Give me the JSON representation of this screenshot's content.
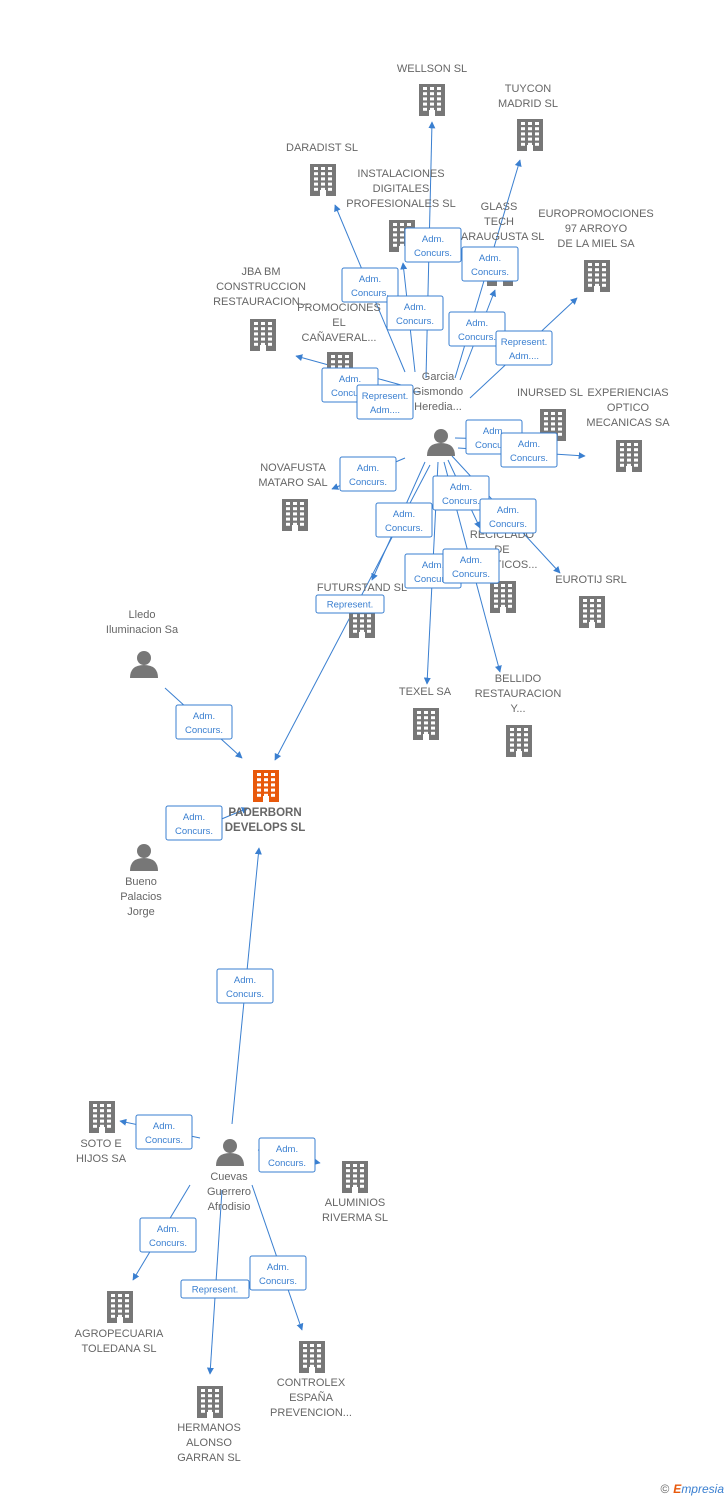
{
  "colors": {
    "edge": "#3a7fd0",
    "node": "#777777",
    "center": "#e8590c"
  },
  "nodes": [
    {
      "id": "wellson",
      "type": "company",
      "lines": [
        "WELLSON SL"
      ]
    },
    {
      "id": "tuycon",
      "type": "company",
      "lines": [
        "TUYCON",
        "MADRID SL"
      ]
    },
    {
      "id": "daradist",
      "type": "company",
      "lines": [
        "DARADIST SL"
      ]
    },
    {
      "id": "instalaciones",
      "type": "company",
      "lines": [
        "INSTALACIONES",
        "DIGITALES",
        "PROFESIONALES SL"
      ]
    },
    {
      "id": "glass",
      "type": "company",
      "lines": [
        "GLASS",
        "TECH",
        "SARAUGUSTA SL"
      ]
    },
    {
      "id": "europromo",
      "type": "company",
      "lines": [
        "EUROPROMOCIONES",
        "97 ARROYO",
        "DE LA MIEL SA"
      ]
    },
    {
      "id": "jbabm",
      "type": "company",
      "lines": [
        "JBA BM",
        "CONSTRUCCION",
        "RESTAURACION..."
      ]
    },
    {
      "id": "canaveral",
      "type": "company",
      "lines": [
        "PROMOCIONES",
        "EL",
        "CAÑAVERAL..."
      ]
    },
    {
      "id": "garcia",
      "type": "person",
      "lines": [
        "Garcia",
        "Gismondo",
        "Heredia..."
      ]
    },
    {
      "id": "inursed",
      "type": "company",
      "lines": [
        "INURSED SL"
      ]
    },
    {
      "id": "experiencias",
      "type": "company",
      "lines": [
        "EXPERIENCIAS",
        "OPTICO",
        "MECANICAS SA"
      ]
    },
    {
      "id": "novafusta",
      "type": "company",
      "lines": [
        "NOVAFUSTA",
        "MATARO SAL"
      ]
    },
    {
      "id": "reciclado",
      "type": "company",
      "lines": [
        "RECICLADO",
        "DE",
        "PLASTICOS..."
      ]
    },
    {
      "id": "eurotij",
      "type": "company",
      "lines": [
        "EUROTIJ SRL"
      ]
    },
    {
      "id": "futurstand",
      "type": "company",
      "lines": [
        "FUTURSTAND SL"
      ]
    },
    {
      "id": "texel",
      "type": "company",
      "lines": [
        "TEXEL SA"
      ]
    },
    {
      "id": "bellido",
      "type": "company",
      "lines": [
        "BELLIDO",
        "RESTAURACION",
        "Y..."
      ]
    },
    {
      "id": "lledo",
      "type": "person",
      "lines": [
        "Lledo",
        "Iluminacion Sa"
      ]
    },
    {
      "id": "paderborn",
      "type": "center",
      "lines": [
        "PADERBORN",
        "DEVELOPS SL"
      ]
    },
    {
      "id": "bueno",
      "type": "person",
      "lines": [
        "Bueno",
        "Palacios",
        "Jorge"
      ]
    },
    {
      "id": "soto",
      "type": "company",
      "lines": [
        "SOTO E",
        "HIJOS SA"
      ]
    },
    {
      "id": "cuevas",
      "type": "person",
      "lines": [
        "Cuevas",
        "Guerrero",
        "Afrodisio"
      ]
    },
    {
      "id": "aluminios",
      "type": "company",
      "lines": [
        "ALUMINIOS",
        "RIVERMA SL"
      ]
    },
    {
      "id": "agropecuaria",
      "type": "company",
      "lines": [
        "AGROPECUARIA",
        "TOLEDANA SL"
      ]
    },
    {
      "id": "controlex",
      "type": "company",
      "lines": [
        "CONTROLEX",
        "ESPAÑA",
        "PREVENCION..."
      ]
    },
    {
      "id": "hermanos",
      "type": "company",
      "lines": [
        "HERMANOS",
        "ALONSO",
        "GARRAN SL"
      ]
    }
  ],
  "edges": [
    {
      "from": "garcia",
      "to": "wellson",
      "label": [
        "Adm.",
        "Concurs."
      ]
    },
    {
      "from": "garcia",
      "to": "tuycon",
      "label": [
        "Adm.",
        "Concurs."
      ]
    },
    {
      "from": "garcia",
      "to": "daradist",
      "label": [
        "Adm.",
        "Concurs."
      ]
    },
    {
      "from": "garcia",
      "to": "instalaciones",
      "label": [
        "Adm.",
        "Concurs."
      ]
    },
    {
      "from": "garcia",
      "to": "glass",
      "label": [
        "Adm.",
        "Concurs."
      ]
    },
    {
      "from": "garcia",
      "to": "europromo",
      "label": [
        "Represent.",
        "Adm...."
      ]
    },
    {
      "from": "garcia",
      "to": "jbabm",
      "label": [
        "Adm.",
        "Concurs."
      ]
    },
    {
      "from": "garcia",
      "to": "canaveral",
      "label": [
        "Represent.",
        "Adm...."
      ]
    },
    {
      "from": "garcia",
      "to": "inursed",
      "label": [
        "Adm.",
        "Concurs."
      ]
    },
    {
      "from": "garcia",
      "to": "experiencias",
      "label": [
        "Adm.",
        "Concurs."
      ]
    },
    {
      "from": "garcia",
      "to": "novafusta",
      "label": [
        "Adm.",
        "Concurs."
      ]
    },
    {
      "from": "garcia",
      "to": "reciclado",
      "label": [
        "Adm.",
        "Concurs."
      ]
    },
    {
      "from": "garcia",
      "to": "eurotij",
      "label": [
        "Adm.",
        "Concurs."
      ]
    },
    {
      "from": "garcia",
      "to": "futurstand",
      "label": [
        "Adm.",
        "Concurs."
      ]
    },
    {
      "from": "garcia",
      "to": "texel",
      "label": [
        "Adm.",
        "Concurs."
      ]
    },
    {
      "from": "garcia",
      "to": "bellido",
      "label": [
        "Adm.",
        "Concurs."
      ]
    },
    {
      "from": "garcia",
      "to": "paderborn",
      "label": [
        "Represent."
      ]
    },
    {
      "from": "lledo",
      "to": "paderborn",
      "label": [
        "Adm.",
        "Concurs."
      ]
    },
    {
      "from": "bueno",
      "to": "paderborn",
      "label": [
        "Adm.",
        "Concurs."
      ]
    },
    {
      "from": "cuevas",
      "to": "paderborn",
      "label": [
        "Adm.",
        "Concurs."
      ]
    },
    {
      "from": "cuevas",
      "to": "soto",
      "label": [
        "Adm.",
        "Concurs."
      ]
    },
    {
      "from": "cuevas",
      "to": "aluminios",
      "label": [
        "Adm.",
        "Concurs."
      ]
    },
    {
      "from": "cuevas",
      "to": "agropecuaria",
      "label": [
        "Adm.",
        "Concurs."
      ]
    },
    {
      "from": "cuevas",
      "to": "controlex",
      "label": [
        "Adm.",
        "Concurs."
      ]
    },
    {
      "from": "cuevas",
      "to": "hermanos",
      "label": [
        "Represent."
      ]
    }
  ],
  "footer": {
    "copyright": "©",
    "brand_first": "E",
    "brand_rest": "mpresia"
  }
}
